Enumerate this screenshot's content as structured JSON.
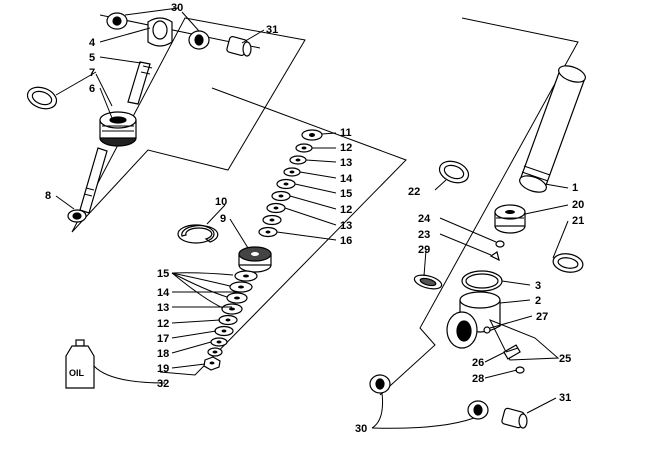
{
  "diagram": {
    "callouts": [
      "1",
      "2",
      "3",
      "4",
      "5",
      "6",
      "7",
      "8",
      "9",
      "10",
      "11",
      "12",
      "13",
      "14",
      "15",
      "16",
      "17",
      "18",
      "19",
      "20",
      "21",
      "22",
      "23",
      "24",
      "25",
      "26",
      "27",
      "28",
      "29",
      "30",
      "31",
      "32"
    ],
    "oil_bottle_label": "OIL"
  }
}
